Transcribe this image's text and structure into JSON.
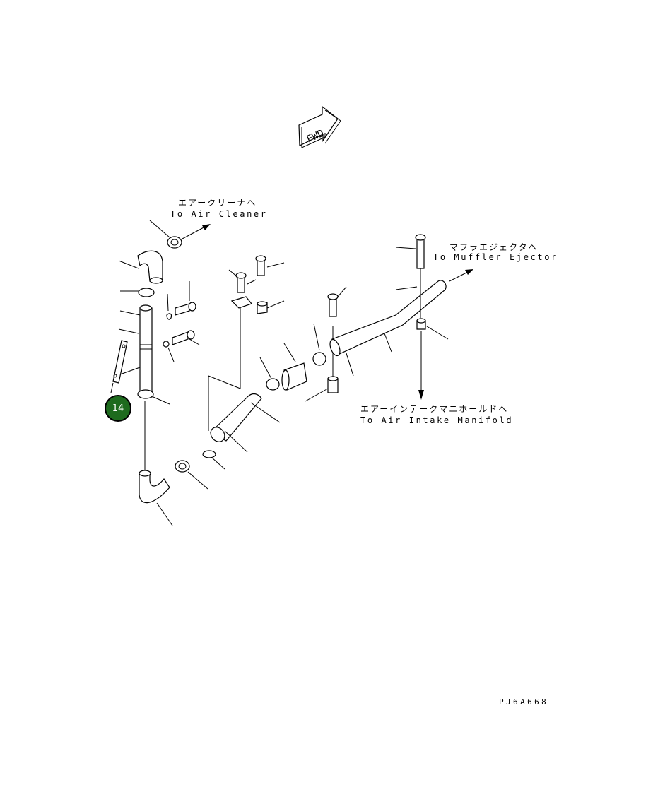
{
  "fwd_label": "FWD",
  "labels": {
    "air_cleaner_jp": "エアークリーナへ",
    "air_cleaner_en": "To Air Cleaner",
    "muffler_jp": "マフラエジェクタへ",
    "muffler_en": "To Muffler Ejector",
    "manifold_jp": "エアーインテークマニホールドへ",
    "manifold_en": "To Air Intake Manifold"
  },
  "callout": {
    "number": "14",
    "color": "#1e6b1e"
  },
  "drawing_code": "PJ6A668"
}
